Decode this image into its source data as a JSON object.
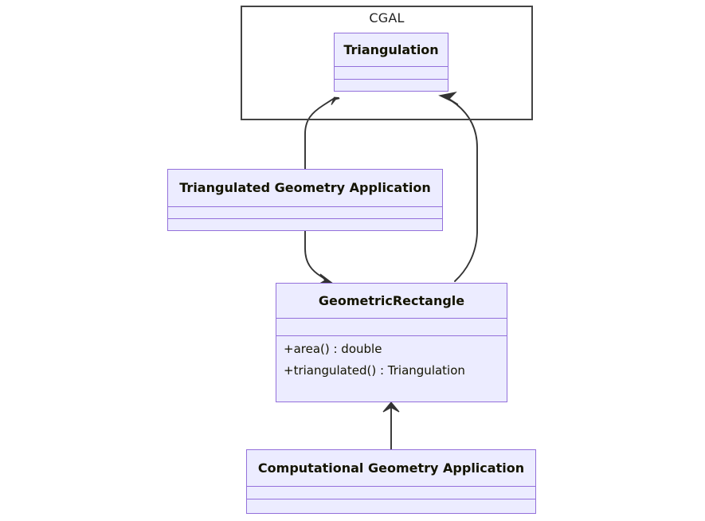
{
  "diagram": {
    "type": "uml-class-diagram",
    "title": "",
    "theme": {
      "node_fill": "#ECECFF",
      "node_border": "#9370DB",
      "package_border": "#444444",
      "edge_color": "#333333",
      "text_color": "#131300",
      "background": "#FFFFFF"
    }
  },
  "packages": [
    {
      "id": "cgal",
      "label": "CGAL"
    }
  ],
  "classes": [
    {
      "id": "triangulation",
      "name": "Triangulation",
      "attributes": [],
      "methods": [],
      "in_package": "cgal"
    },
    {
      "id": "triangulated_geometry_application",
      "name": "Triangulated Geometry Application",
      "attributes": [],
      "methods": []
    },
    {
      "id": "geometric_rectangle",
      "name": "GeometricRectangle",
      "attributes": [],
      "methods": [
        "+area() : double",
        "+triangulated() : Triangulation"
      ]
    },
    {
      "id": "computational_geometry_application",
      "name": "Computational Geometry Application",
      "attributes": [],
      "methods": []
    }
  ],
  "relationships": [
    {
      "id": "rel-tga-triangulation",
      "type": "inheritance",
      "from": "triangulated_geometry_application",
      "to": "triangulation",
      "arrow": "hollow-up-arrowhead"
    },
    {
      "id": "rel-tga-geometricrectangle",
      "type": "inheritance",
      "from": "triangulated_geometry_application",
      "to": "geometric_rectangle",
      "arrow": "hollow-down-arrowhead"
    },
    {
      "id": "rel-geometricrectangle-triangulation",
      "type": "inheritance",
      "from": "geometric_rectangle",
      "to": "triangulation",
      "arrow": "hollow-up-arrowhead"
    },
    {
      "id": "rel-cga-geometricrectangle",
      "type": "inheritance",
      "from": "computational_geometry_application",
      "to": "geometric_rectangle",
      "arrow": "hollow-up-arrowhead"
    }
  ]
}
